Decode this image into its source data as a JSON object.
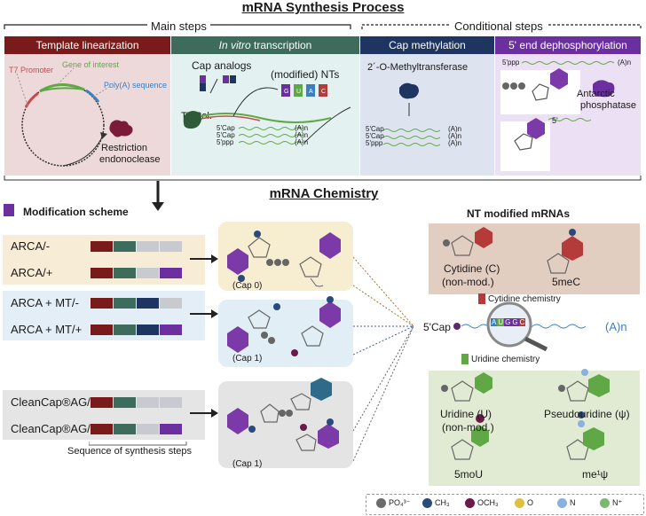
{
  "titles": {
    "synthesis": "mRNA Synthesis Process",
    "chemistry": "mRNA Chemistry",
    "main_steps": "Main steps",
    "conditional_steps": "Conditional steps",
    "nt_modified": "NT modified mRNAs",
    "modification_scheme": "Modification scheme",
    "sequence_caption": "Sequence of synthesis steps"
  },
  "steps": [
    {
      "label": "Template linearization",
      "color": "#7a1b1b"
    },
    {
      "label_em": "In vitro",
      "label_rest": " transcription",
      "color": "#3d6b5c"
    },
    {
      "label": "Cap methylation",
      "color": "#1f3561"
    },
    {
      "label": "5' end dephosphorylation",
      "color": "#6b2fa0"
    }
  ],
  "panel1": {
    "t7_promoter": "T7 Promoter",
    "gene_of_interest": "Gene of interest",
    "polya_sequence": "Poly(A) sequence",
    "restriction": "Restriction",
    "endonuclease": "endonoclease"
  },
  "panel2": {
    "cap_analogs": "Cap analogs",
    "modified_nts": "(modified) NTs",
    "t7_pol": "T7 Pol.",
    "nts": [
      "G",
      "U",
      "A",
      "C"
    ],
    "lines": [
      "5'Cap",
      "5'Cap",
      "5'ppp"
    ],
    "tail": "(A)n"
  },
  "panel3": {
    "enzyme": "2´-O-Methyltransferase",
    "lines": [
      "5'Cap",
      "5'Cap",
      "5'ppp"
    ],
    "tail": "(A)n"
  },
  "panel4": {
    "ppp": "5'ppp",
    "tail": "(A)n",
    "antarctic": "Antarctic",
    "phosphatase": "phosphatase",
    "five_prime": "5'"
  },
  "rows": [
    {
      "label": "ARCA/-",
      "segs": [
        "#7a1b1b",
        "#3d6b5c",
        "#c8cad0",
        "#c8cad0"
      ]
    },
    {
      "label": "ARCA/+",
      "segs": [
        "#7a1b1b",
        "#3d6b5c",
        "#c8cad0",
        "#6b2fa0"
      ]
    },
    {
      "label": "ARCA + MT/-",
      "segs": [
        "#7a1b1b",
        "#3d6b5c",
        "#1f3561",
        "#c8cad0"
      ]
    },
    {
      "label": "ARCA + MT/+",
      "segs": [
        "#7a1b1b",
        "#3d6b5c",
        "#1f3561",
        "#6b2fa0"
      ]
    },
    {
      "label": "CleanCap®AG/-",
      "segs": [
        "#7a1b1b",
        "#3d6b5c",
        "#c8cad0",
        "#c8cad0"
      ]
    },
    {
      "label": "CleanCap®AG/+",
      "segs": [
        "#7a1b1b",
        "#3d6b5c",
        "#c8cad0",
        "#6b2fa0"
      ]
    }
  ],
  "caps": [
    "(Cap 0)",
    "(Cap 1)",
    "(Cap 1)"
  ],
  "nt_panel": {
    "cytidine": "Cytidine (C)",
    "non_mod": "(non-mod.)",
    "five_mec": "5meC",
    "cytidine_chem": "Cytidine chemistry",
    "five_cap": "5'Cap",
    "an": "(A)n",
    "uridine_chem": "Uridine chemistry",
    "uridine": "Uridine (U)",
    "pseudouridine": "Pseudouridine (ψ)",
    "five_mou": "5moU",
    "me1psi": "me¹ψ",
    "mag_letters": [
      "A",
      "U",
      "G",
      "G",
      "C"
    ]
  },
  "legend": [
    {
      "label": "PO₄³⁻",
      "color": "#6b6b6b"
    },
    {
      "label": "CH₃",
      "color": "#2a4a7a"
    },
    {
      "label": "OCH₃",
      "color": "#6b1a4a"
    },
    {
      "label": "O",
      "color": "#e0c040"
    },
    {
      "label": "N",
      "color": "#8ab0e0"
    },
    {
      "label": "N⁺",
      "color": "#7ab870"
    }
  ],
  "colors": {
    "red": "#7a1b1b",
    "green": "#3d6b5c",
    "navy": "#1f3561",
    "purple": "#6b2fa0",
    "nt_green": "#5fa845",
    "nt_red": "#b53a3a",
    "cap_purple": "#7b3aa8",
    "cap_teal": "#2e6b8a"
  }
}
